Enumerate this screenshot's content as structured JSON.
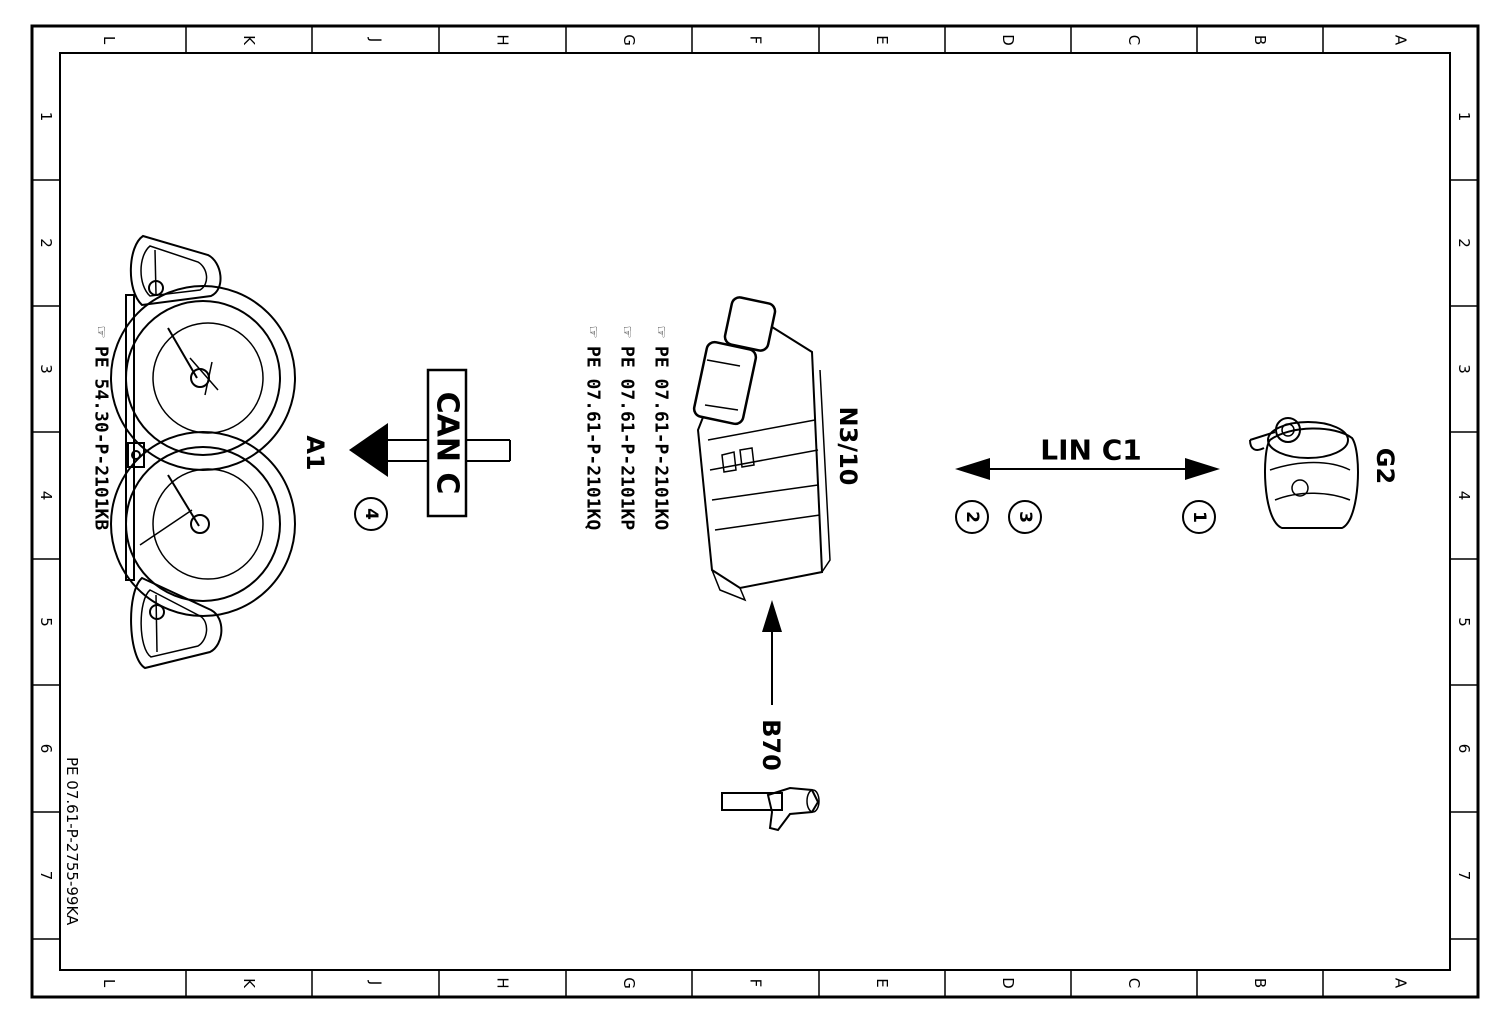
{
  "frame": {
    "columns": [
      "L",
      "K",
      "J",
      "H",
      "G",
      "F",
      "E",
      "D",
      "C",
      "B",
      "A"
    ],
    "rows": [
      "1",
      "2",
      "3",
      "4",
      "5",
      "6",
      "7"
    ]
  },
  "components": {
    "a1": {
      "label": "A1",
      "ref": "PE 54.30-P-2101KB",
      "icon": "instrument-cluster-icon"
    },
    "n310": {
      "label": "N3/10",
      "refs": [
        "PE 07.61-P-2101KO",
        "PE 07.61-P-2101KP",
        "PE 07.61-P-2101KQ"
      ],
      "icon": "control-unit-icon"
    },
    "g2": {
      "label": "G2",
      "icon": "alternator-icon"
    },
    "b70": {
      "label": "B70",
      "icon": "sensor-icon"
    }
  },
  "buses": {
    "can": {
      "label": "CAN C",
      "marker": "4"
    },
    "lin": {
      "label": "LIN C1",
      "markers": [
        "2",
        "3",
        "1"
      ]
    }
  },
  "document_id": "PE 07.61-P-2755-99KA",
  "reference_icon": "hand-pointer-icon"
}
